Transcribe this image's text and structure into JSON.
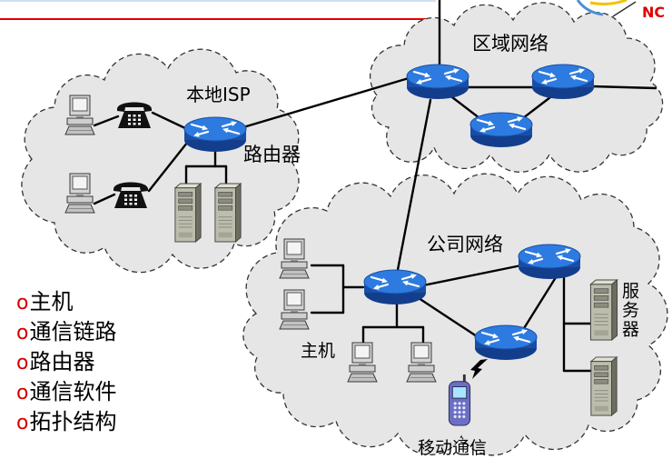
{
  "header": {
    "logo_text": "NC"
  },
  "diagram": {
    "networks": {
      "local_isp": "本地ISP",
      "regional": "区域网络",
      "company": "公司网络"
    },
    "labels": {
      "router": "路由器",
      "host": "主机",
      "server": "服务器",
      "mobile": "移动通信"
    }
  },
  "legend": {
    "bullet": "o",
    "items": [
      "主机",
      "通信链路",
      "路由器",
      "通信软件",
      "拓扑结构"
    ]
  },
  "icons": {
    "router": "router-icon",
    "host": "desktop-computer-icon",
    "telephone": "telephone-icon",
    "server": "server-tower-icon",
    "mobile": "mobile-phone-icon",
    "wireless": "lightning-bolt-icon",
    "network": "cloud-icon"
  },
  "colors": {
    "accent": "#e00000",
    "bullet": "#d40000",
    "cloud_fill": "#e6e6e6",
    "cloud_stroke": "#333333",
    "router_top": "#2d7be0",
    "router_side": "#1a4ea6",
    "link": "#000000"
  }
}
